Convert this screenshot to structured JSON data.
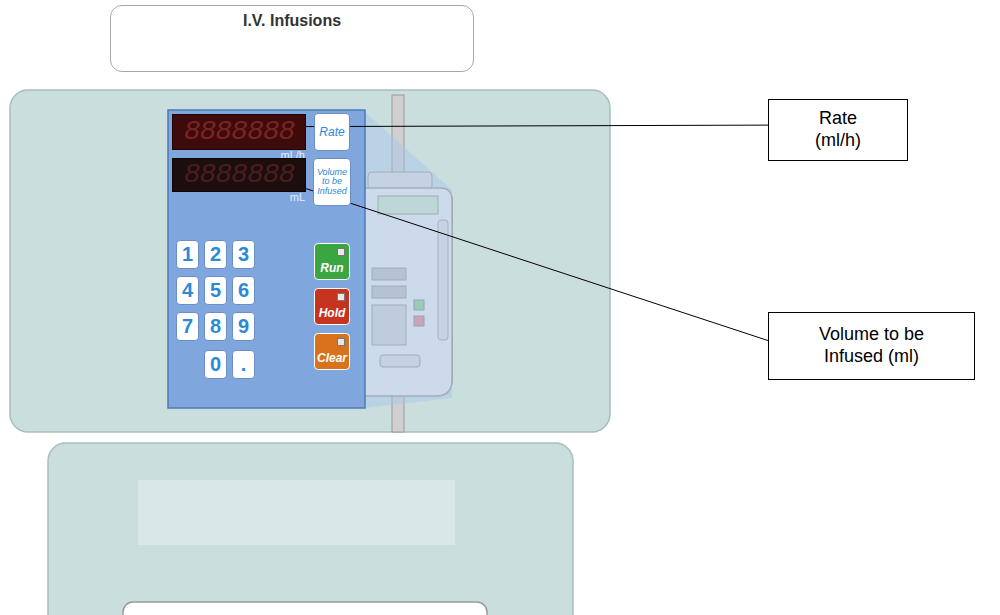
{
  "diagram": {
    "nodes": [
      {
        "text": [
          "I.V. Infusions"
        ]
      },
      {
        "text": [
          "8888888",
          "mL/h"
        ]
      },
      {
        "text": [
          "Rate"
        ]
      },
      {
        "text": [
          "8888888",
          "mL"
        ]
      },
      {
        "text": [
          "Volume to be Infused"
        ]
      },
      {
        "text": [
          "1"
        ]
      },
      {
        "text": [
          "2"
        ]
      },
      {
        "text": [
          "3"
        ]
      },
      {
        "text": [
          "Run"
        ]
      },
      {
        "text": [
          "4"
        ]
      },
      {
        "text": [
          "5"
        ]
      },
      {
        "text": [
          "6"
        ]
      },
      {
        "text": [
          "Hold"
        ]
      },
      {
        "text": [
          "7"
        ]
      },
      {
        "text": [
          "8"
        ]
      },
      {
        "text": [
          "9"
        ]
      },
      {
        "text": [
          "0"
        ]
      },
      {
        "text": [
          "."
        ]
      },
      {
        "text": [
          "Clear"
        ]
      },
      {
        "text": [
          "Rate (ml/h)"
        ]
      },
      {
        "text": [
          "Volume to be Infused (ml)"
        ]
      }
    ],
    "edges": [
      {
        "from": 1,
        "to": 19,
        "arrow": "none"
      },
      {
        "from": 3,
        "to": 20,
        "arrow": "none"
      }
    ]
  }
}
